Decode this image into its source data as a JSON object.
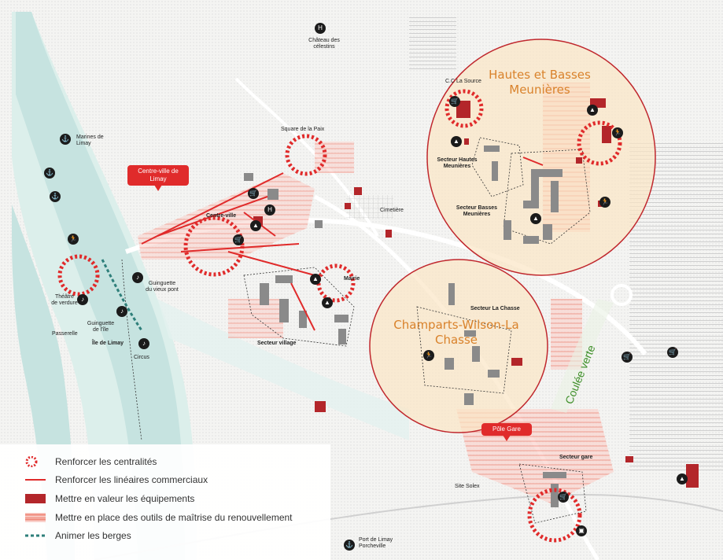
{
  "zones": {
    "hautes_basses": {
      "title_line1": "Hautes et Basses",
      "title_line2": "Meunières"
    },
    "champarts": {
      "title_line1": "Champarts-Wilson-La",
      "title_line2": "Chasse"
    }
  },
  "callouts": {
    "centre_ville_line1": "Centre-ville de",
    "centre_ville_line2": "Limay",
    "pole_gare": "Pôle Gare"
  },
  "coulee_verte": "Coulée verte",
  "labels": {
    "chateau_line1": "Château des",
    "chateau_line2": "célestins",
    "marines_line1": "Marines de",
    "marines_line2": "Limay",
    "square_paix": "Square de la Paix",
    "cc_la_source": "C.C La Source",
    "secteur_hautes_line1": "Secteur Hautes",
    "secteur_hautes_line2": "Meunières",
    "secteur_basses_line1": "Secteur Basses",
    "secteur_basses_line2": "Meunières",
    "cimetiere": "Cimetière",
    "centre_ville": "Centre-ville",
    "mairie": "Mairie",
    "guinguette_vieux_line1": "Guinguette",
    "guinguette_vieux_line2": "du vieux pont",
    "theatre_line1": "Théâtre",
    "theatre_line2": "de verdure",
    "guinguette_ile_line1": "Guinguette",
    "guinguette_ile_line2": "de l'île",
    "passerelle": "Passerelle",
    "ile_de_limay": "Île de Limay",
    "circus": "Circus",
    "secteur_village": "Secteur village",
    "secteur_la_chasse": "Secteur La Chasse",
    "secteur_gare": "Secteur gare",
    "site_solex": "Site Solex",
    "port_line1": "Port de Limay",
    "port_line2": "Porcheville"
  },
  "legend": {
    "items": [
      {
        "label": "Renforcer les centralités",
        "icon": "dashed-circle-icon"
      },
      {
        "label": "Renforcer les linéaires commerciaux",
        "icon": "red-line-icon"
      },
      {
        "label": "Mettre en valeur les équipements",
        "icon": "dark-red-square-icon"
      },
      {
        "label": "Mettre en place des outils de maîtrise du renouvellement",
        "icon": "hatched-pink-icon"
      },
      {
        "label": "Animer les berges",
        "icon": "teal-dashed-line-icon"
      }
    ]
  },
  "colors": {
    "accent_red": "#e02b2b",
    "equipment_red": "#b3262a",
    "zone_fill": "#fbe6c4",
    "zone_title": "#d9822b",
    "river": "#c6e3e0",
    "coulee_verte": "#3f8f2a",
    "berges": "#2e7f7a"
  }
}
